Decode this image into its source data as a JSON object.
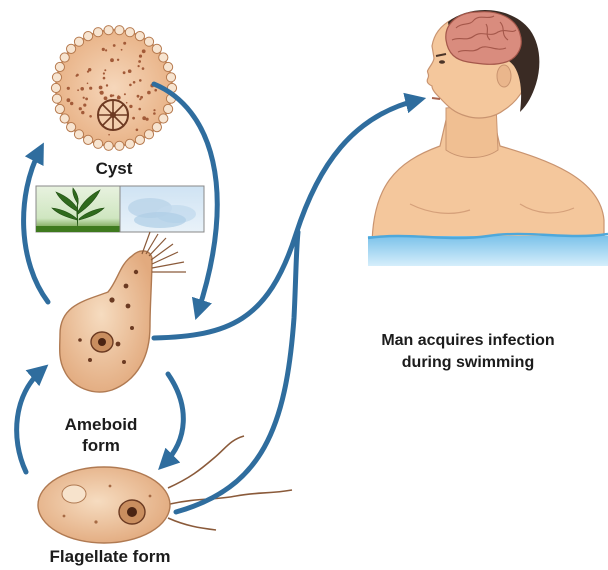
{
  "labels": {
    "cyst": "Cyst",
    "ameboid_line1": "Ameboid",
    "ameboid_line2": "form",
    "flagellate": "Flagellate form",
    "caption_line1": "Man acquires infection",
    "caption_line2": "during swimming"
  },
  "icons": [
    "cyst-icon",
    "plant-soil-icon",
    "water-icon",
    "ameboid-form-icon",
    "flagellate-form-icon",
    "human-swimmer-icon",
    "brain-icon"
  ],
  "colors": {
    "arrow": "#2f6d9e",
    "cell_fill": "#efc7a2",
    "cell_outline": "#b07a52",
    "skin": "#f4c79c",
    "water": "#a7d7f0",
    "brain": "#d98c7e"
  }
}
